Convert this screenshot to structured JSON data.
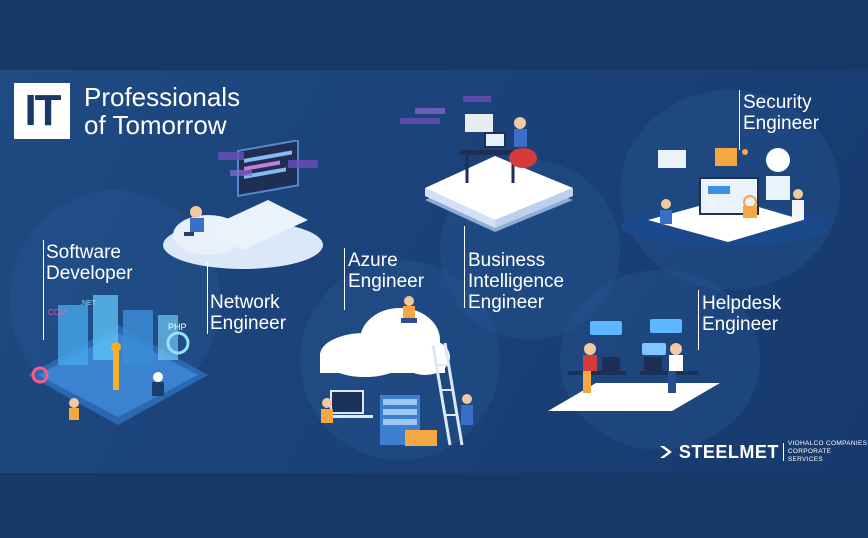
{
  "logo": {
    "mark": "IT",
    "line1": "Professionals",
    "line2": "of Tomorrow"
  },
  "roles": {
    "software": [
      "Software",
      "Developer"
    ],
    "network": [
      "Network",
      "Engineer"
    ],
    "azure": [
      "Azure",
      "Engineer"
    ],
    "bi": [
      "Business",
      "Intelligence",
      "Engineer"
    ],
    "security": [
      "Security",
      "Engineer"
    ],
    "helpdesk": [
      "Helpdesk",
      "Engineer"
    ]
  },
  "illustration_text": {
    "com": "COM",
    "net": ".NET",
    "php": "PHP"
  },
  "brand": {
    "name": "STEELMET",
    "sub1": "VIOHALCO COMPANIES",
    "sub2": "CORPORATE SERVICES"
  },
  "colors": {
    "background": "#183868",
    "band": "#1f4a82",
    "accent": "#2e8ad8",
    "text": "#ffffff"
  }
}
